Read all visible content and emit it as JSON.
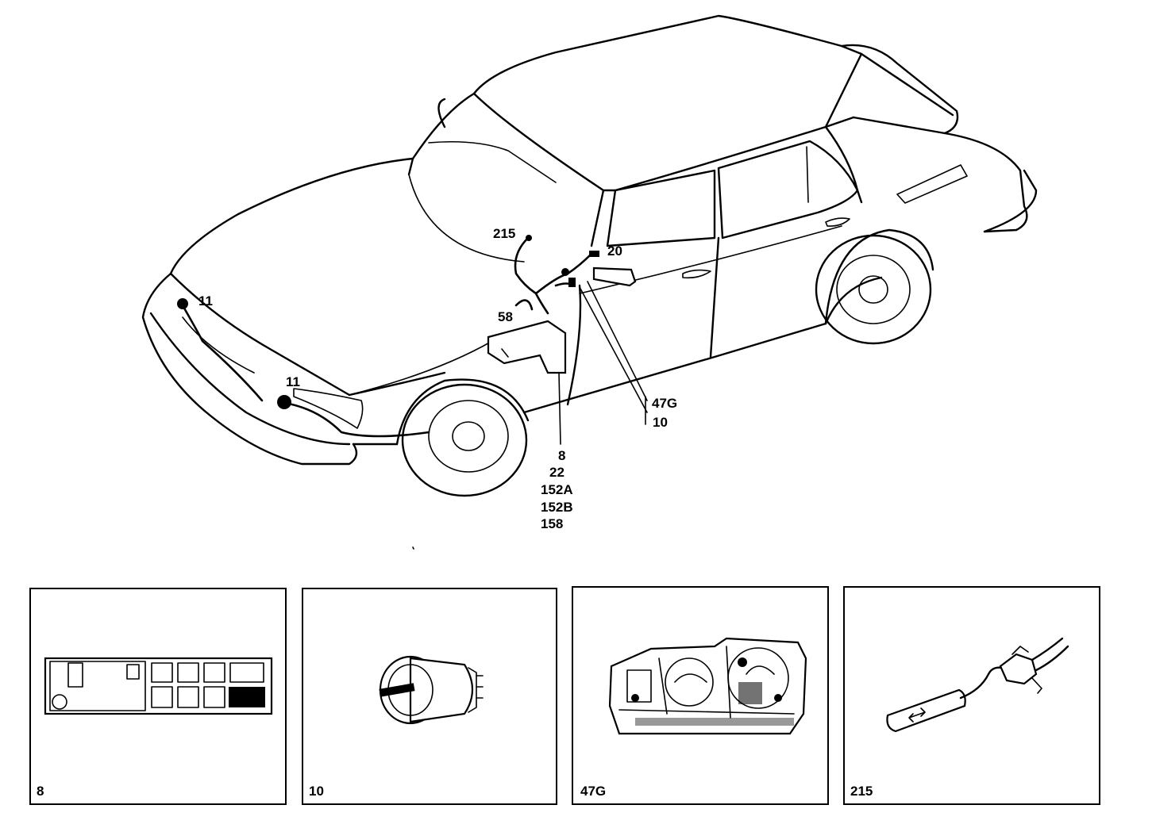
{
  "callouts": {
    "c215": "215",
    "c20": "20",
    "c11_top": "11",
    "c11_bottom": "11",
    "c58": "58",
    "c47g": "47G",
    "c10": "10",
    "stack": [
      "8",
      "22",
      "152A",
      "152B",
      "158"
    ]
  },
  "panels": [
    {
      "label": "8",
      "part": "fuse-relay-box"
    },
    {
      "label": "10",
      "part": "lamp-socket"
    },
    {
      "label": "47G",
      "part": "instrument-cluster"
    },
    {
      "label": "215",
      "part": "indicator-stalk-switch"
    }
  ]
}
